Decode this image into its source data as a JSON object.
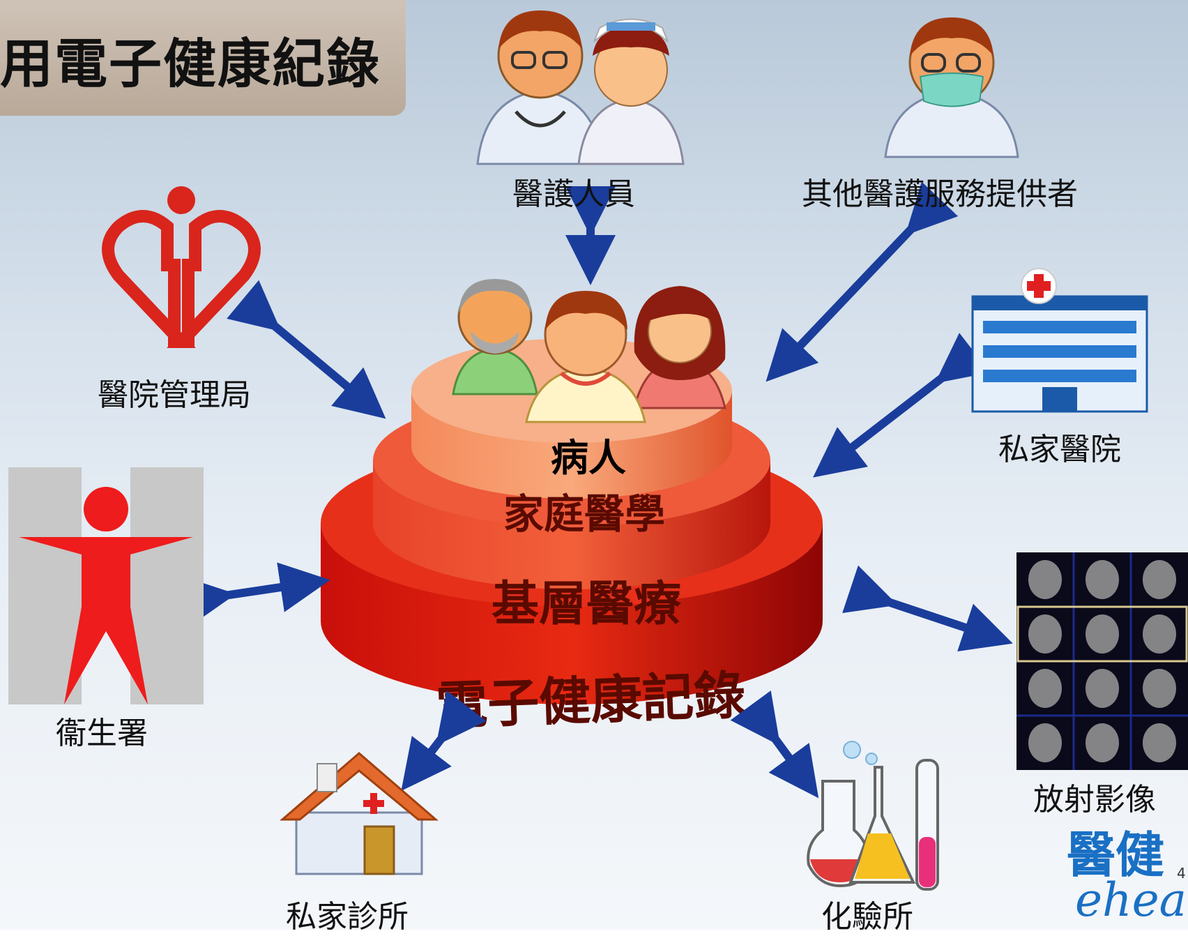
{
  "title": "用電子健康紀錄",
  "core": {
    "top": "病人",
    "middle": "家庭醫學",
    "lower": "基層醫療",
    "base": "電子健康記錄"
  },
  "nodes": {
    "healthcare_staff": "醫護人員",
    "other_providers": "其他醫護服務提供者",
    "hospital_authority": "醫院管理局",
    "private_hospital": "私家醫院",
    "department_of_health": "衞生署",
    "radiology": "放射影像",
    "private_clinic": "私家診所",
    "laboratory": "化驗所"
  },
  "logo": {
    "cn": "醫健",
    "en": "eheal"
  },
  "page_number": "4",
  "colors": {
    "arrow": "#1a3d9c",
    "tier_top": "#f08a5a",
    "tier_mid": "#e54a28",
    "tier_base": "#c41a0c"
  }
}
